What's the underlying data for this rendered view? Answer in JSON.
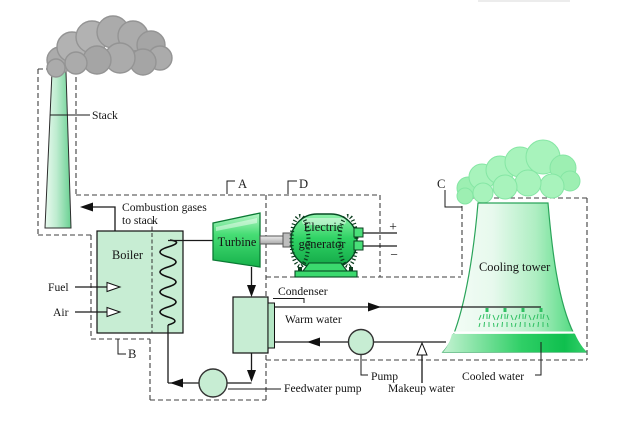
{
  "labels": {
    "stack": "Stack",
    "combustion_line1": "Combustion gases",
    "combustion_line2": "to stack",
    "boiler": "Boiler",
    "fuel": "Fuel",
    "air": "Air",
    "turbine": "Turbine",
    "generator_line1": "Electric",
    "generator_line2": "generator",
    "plus": "+",
    "minus": "−",
    "condenser": "Condenser",
    "warm_water": "Warm water",
    "cooling_tower": "Cooling tower",
    "pump": "Pump",
    "makeup_water": "Makeup water",
    "cooled_water": "Cooled water",
    "feedwater_pump": "Feedwater pump"
  },
  "boundaries": {
    "a": "A",
    "b": "B",
    "c": "C",
    "d": "D"
  },
  "colors": {
    "equipment_fill": "#c7edd3",
    "machine_green": "#2fd364",
    "smoke_gray": "#ababab",
    "vapor_green": "#a8f3bc",
    "tower_edge_green": "#3ecf70",
    "line_black": "#1a1a1a",
    "boundary_dash_gray": "#3f3f3f"
  }
}
